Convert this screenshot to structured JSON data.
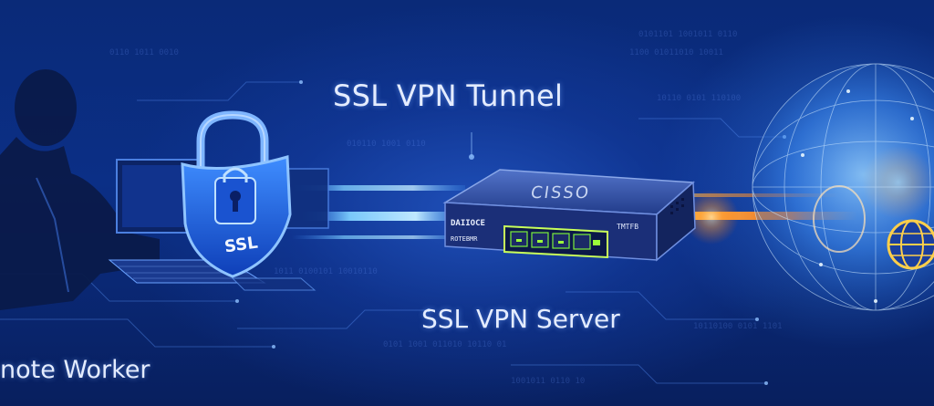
{
  "labels": {
    "tunnel": "SSL VPN Tunnel",
    "server": "SSL VPN Server",
    "worker": "note Worker"
  },
  "shield_text": "SSL",
  "router": {
    "brand": "CISSO",
    "tag_left": "DAIIOCE",
    "tag_left_small": "ROTEBMR",
    "tag_right": "TMTFB"
  },
  "colors": {
    "background": "#0a2a78",
    "tunnel_glow": "#6fc3ff",
    "internet_glow": "#ff9a2e",
    "port_led": "#9cff3a"
  },
  "icons": [
    "person-silhouette-icon",
    "padlock-icon",
    "shield-icon",
    "router-icon",
    "globe-icon",
    "world-icon"
  ]
}
